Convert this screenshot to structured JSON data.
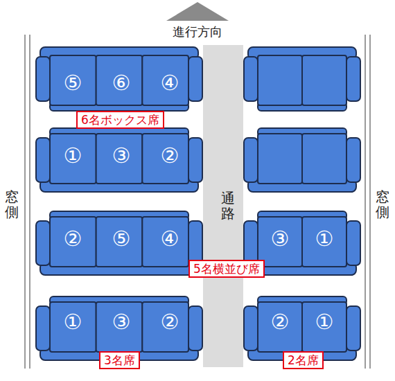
{
  "diagram": {
    "nodes": [
      {
        "text": [
          "6名ボックス席"
        ]
      },
      {
        "text": [
          "5名横並び席"
        ]
      },
      {
        "text": [
          "3名席"
        ]
      },
      {
        "text": [
          "2名席"
        ]
      }
    ],
    "labels": [
      "進行方向",
      "窓側",
      "通路",
      "窓側",
      "⑤",
      "⑥",
      "④",
      "①",
      "③",
      "②",
      "②",
      "⑤",
      "④",
      "③",
      "①",
      "①",
      "③",
      "②",
      "②",
      "①"
    ]
  }
}
